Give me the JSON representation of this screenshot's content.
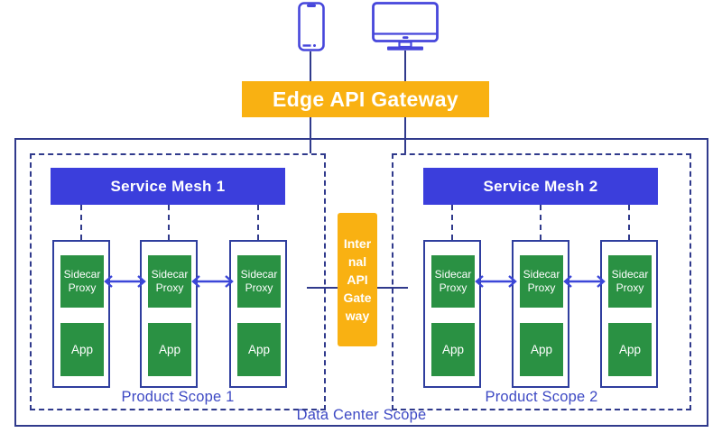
{
  "colors": {
    "gateway_yellow": "#F9B112",
    "mesh_indigo": "#3B3EDC",
    "box_green": "#2A9143",
    "line_navy": "#303A8C",
    "label_blue": "#3D49C4",
    "icon_blue": "#4646DB",
    "arrow_blue": "#3B46D8"
  },
  "icons": {
    "mobile": "smartphone-icon",
    "desktop": "desktop-monitor-icon"
  },
  "edge_gateway_label": "Edge API Gateway",
  "internal_gateway": {
    "label": "Internal API Gateway",
    "display_lines": [
      "Inter",
      "nal",
      "API",
      "Gate",
      "way"
    ]
  },
  "data_center_scope_label": "Data Center Scope",
  "product_scopes": [
    {
      "label": "Product Scope 1",
      "mesh_label": "Service Mesh 1",
      "pods": [
        {
          "sidecar_label": "Sidecar Proxy",
          "app_label": "App"
        },
        {
          "sidecar_label": "Sidecar Proxy",
          "app_label": "App"
        },
        {
          "sidecar_label": "Sidecar Proxy",
          "app_label": "App"
        }
      ]
    },
    {
      "label": "Product Scope 2",
      "mesh_label": "Service Mesh 2",
      "pods": [
        {
          "sidecar_label": "Sidecar Proxy",
          "app_label": "App"
        },
        {
          "sidecar_label": "Sidecar Proxy",
          "app_label": "App"
        },
        {
          "sidecar_label": "Sidecar Proxy",
          "app_label": "App"
        }
      ]
    }
  ]
}
